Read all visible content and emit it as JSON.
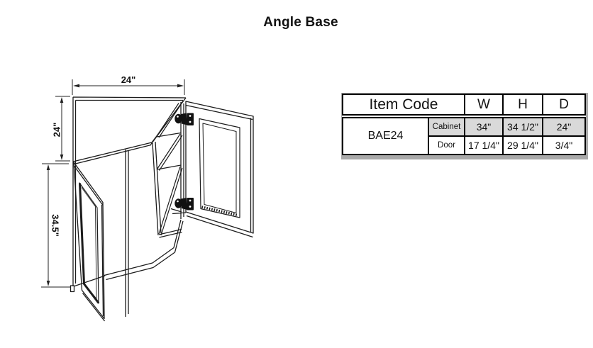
{
  "title": "Angle Base",
  "drawing": {
    "dim_top_width": "24\"",
    "dim_upper_height": "24\"",
    "dim_lower_height": "34.5\""
  },
  "table": {
    "header": {
      "item_code": "Item Code",
      "w": "W",
      "h": "H",
      "d": "D"
    },
    "item_code_value": "BAE24",
    "rows": {
      "cabinet": {
        "label": "Cabinet",
        "w": "34\"",
        "h": "34 1/2\"",
        "d": "24\""
      },
      "door": {
        "label": "Door",
        "w": "17 1/4\"",
        "h": "29 1/4\"",
        "d": "3/4\""
      }
    }
  },
  "colors": {
    "line": "#1c1c1c",
    "dimension_line": "#222222",
    "table_border": "#000000",
    "table_shadow": "#a9a9a9",
    "shaded_row_bg": "#d9d9d9",
    "hinge_fill": "#111111"
  }
}
